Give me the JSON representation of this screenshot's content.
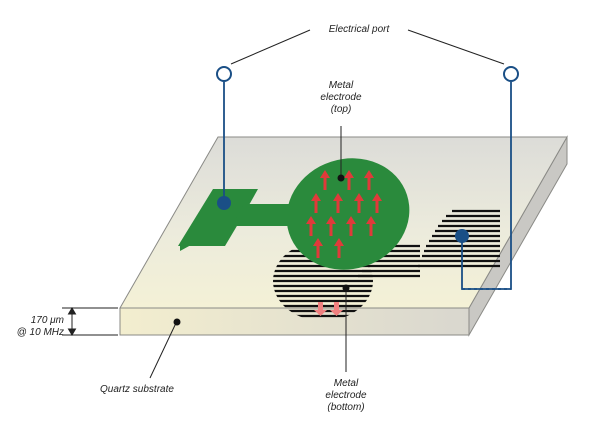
{
  "labels": {
    "electrical_port": "Electrical port",
    "metal_top": [
      "Metal",
      "electrode",
      "(top)"
    ],
    "metal_bottom": [
      "Metal",
      "electrode",
      "(bottom)"
    ],
    "thickness": [
      "170 μm",
      "@ 10 MHz"
    ],
    "quartz": "Quartz substrate"
  },
  "colors": {
    "electrode_green": "#2a8a3c",
    "wire_blue": "#1a4f86",
    "arrow_red": "#e03a3a"
  }
}
